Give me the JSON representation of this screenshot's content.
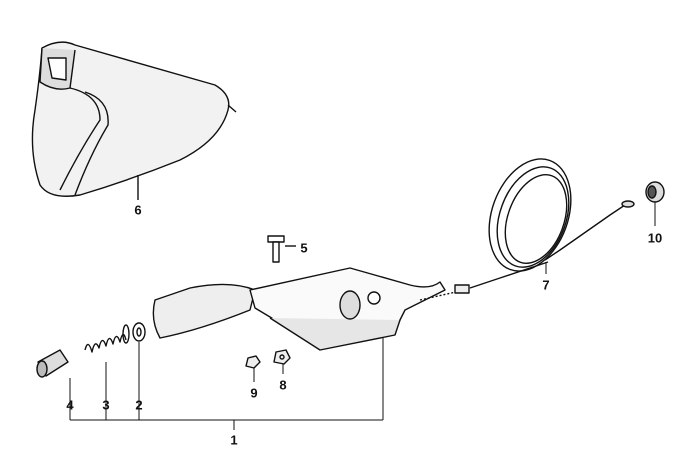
{
  "diagram": {
    "title": "Handbrake lever assembly",
    "callouts": [
      {
        "id": "1",
        "label": "1"
      },
      {
        "id": "2",
        "label": "2"
      },
      {
        "id": "3",
        "label": "3"
      },
      {
        "id": "4",
        "label": "4"
      },
      {
        "id": "5",
        "label": "5"
      },
      {
        "id": "6",
        "label": "6"
      },
      {
        "id": "7",
        "label": "7"
      },
      {
        "id": "8",
        "label": "8"
      },
      {
        "id": "9",
        "label": "9"
      },
      {
        "id": "10",
        "label": "10"
      }
    ]
  }
}
